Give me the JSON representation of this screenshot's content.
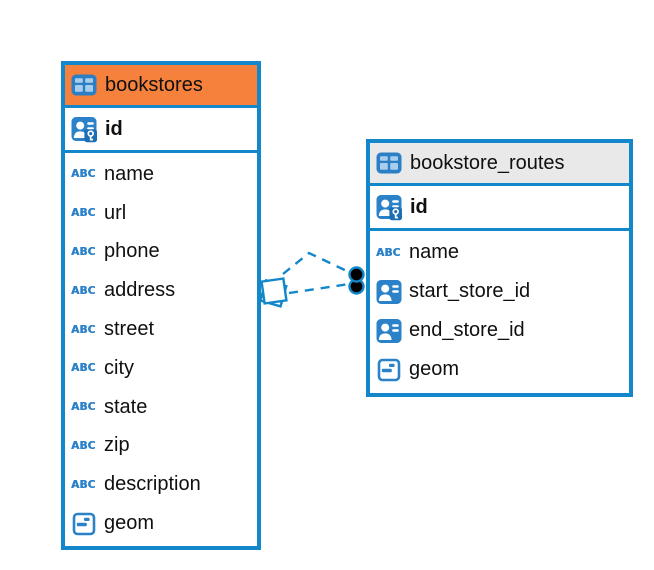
{
  "icons": {
    "abc": "ABC"
  },
  "colors": {
    "accent_blue": "#1287C9",
    "icon_blue": "#2C82C9",
    "orange_header": "#F5813C",
    "gray_header": "#E9E9E9",
    "endpoint_dot": "#000000"
  },
  "tables": [
    {
      "name": "bookstores",
      "primary_key": {
        "label": "id"
      },
      "columns": [
        {
          "icon": "text-type-icon",
          "label": "name"
        },
        {
          "icon": "text-type-icon",
          "label": "url"
        },
        {
          "icon": "text-type-icon",
          "label": "phone"
        },
        {
          "icon": "text-type-icon",
          "label": "address"
        },
        {
          "icon": "text-type-icon",
          "label": "street"
        },
        {
          "icon": "text-type-icon",
          "label": "city"
        },
        {
          "icon": "text-type-icon",
          "label": "state"
        },
        {
          "icon": "text-type-icon",
          "label": "zip"
        },
        {
          "icon": "text-type-icon",
          "label": "description"
        },
        {
          "icon": "geometry-type-icon",
          "label": "geom"
        }
      ]
    },
    {
      "name": "bookstore_routes",
      "primary_key": {
        "label": "id"
      },
      "columns": [
        {
          "icon": "text-type-icon",
          "label": "name"
        },
        {
          "icon": "reference-type-icon",
          "label": "start_store_id"
        },
        {
          "icon": "reference-type-icon",
          "label": "end_store_id"
        },
        {
          "icon": "geometry-type-icon",
          "label": "geom"
        }
      ]
    }
  ]
}
